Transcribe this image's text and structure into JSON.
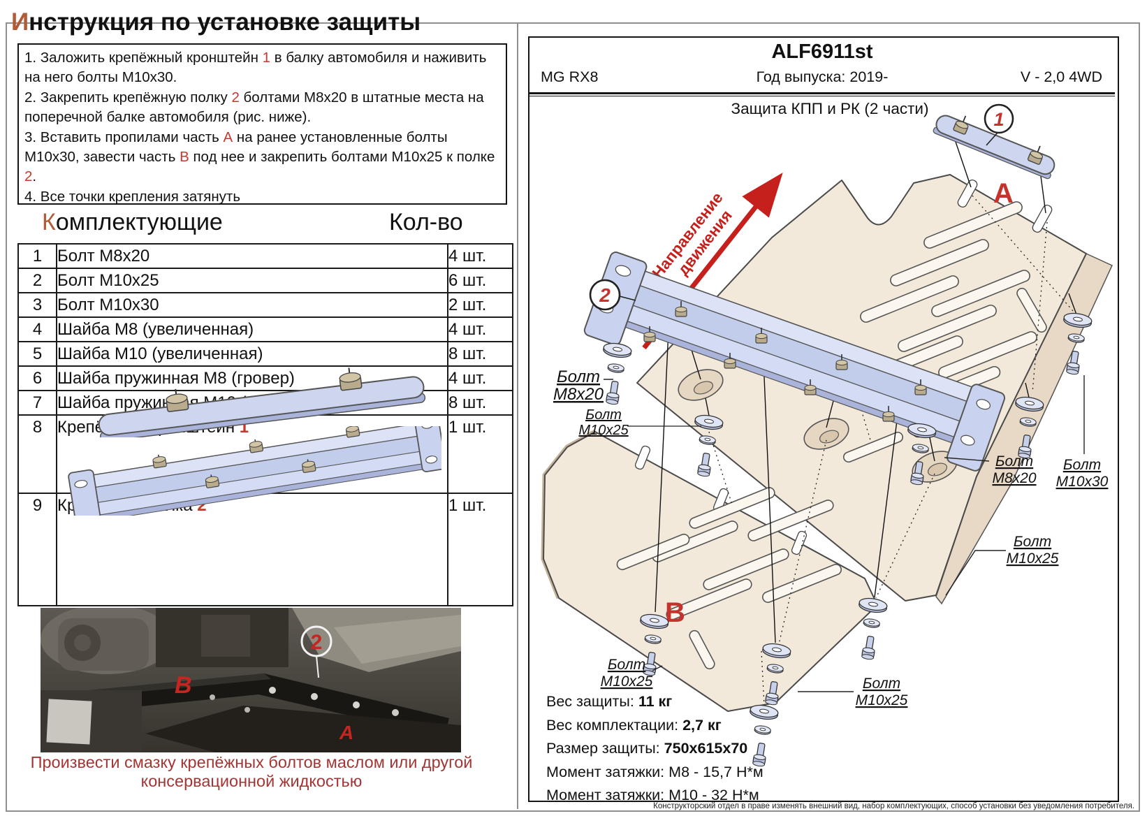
{
  "colors": {
    "accent": "#b05c38",
    "red": "#c43b2e",
    "caption_red": "#a33634",
    "arrow_red": "#c5201c",
    "bracket_fill": "#cdd5ef",
    "plate_fill": "#f3e9da"
  },
  "title": {
    "first": "И",
    "rest": "нструкция по установке защиты"
  },
  "instructions": {
    "steps": [
      {
        "segments": [
          {
            "t": "1. Заложить крепёжный кронштейн "
          },
          {
            "t": "1"
          },
          {
            "t": " в балку автомобиля и наживить на него болты М10х30."
          }
        ]
      },
      {
        "segments": [
          {
            "t": "2. Закрепить крепёжную полку "
          },
          {
            "t": "2"
          },
          {
            "t": " болтами М8х20 в штатные места на поперечной балке автомобиля (рис. ниже)."
          }
        ]
      },
      {
        "segments": [
          {
            "t": "3. Вставить пропилами часть "
          },
          {
            "t": "А"
          },
          {
            "t": " на ранее установленные болты М10х30, завести часть "
          },
          {
            "t": "В"
          },
          {
            "t": " под нее и закрепить болтами М10х25 к полке "
          },
          {
            "t": "2"
          },
          {
            "t": "."
          }
        ]
      },
      {
        "segments": [
          {
            "t": "4. Все точки крепления затянуть"
          }
        ]
      }
    ]
  },
  "parts": {
    "header": {
      "first": "К",
      "rest": "омплектующие",
      "qty": "Кол-во"
    },
    "rows": [
      {
        "num": "1",
        "name": "Болт М8х20",
        "name_red": "",
        "qty": "4 шт."
      },
      {
        "num": "2",
        "name": "Болт М10х25",
        "name_red": "",
        "qty": "6 шт."
      },
      {
        "num": "3",
        "name": "Болт М10х30",
        "name_red": "",
        "qty": "2 шт."
      },
      {
        "num": "4",
        "name": "Шайба М8 (увеличенная)",
        "name_red": "",
        "qty": "4 шт."
      },
      {
        "num": "5",
        "name": "Шайба М10 (увеличенная)",
        "name_red": "",
        "qty": "8 шт."
      },
      {
        "num": "6",
        "name": "Шайба пружинная М8 (гровер)",
        "name_red": "",
        "qty": "4 шт."
      },
      {
        "num": "7",
        "name": "Шайба пружинная М10 (гровер)",
        "name_red": "",
        "qty": "8 шт."
      },
      {
        "num": "8",
        "name": "Крепёжный кронштейн ",
        "name_red": "1",
        "qty": "1 шт."
      },
      {
        "num": "9",
        "name": "Крепёжная полка ",
        "name_red": "2",
        "qty": "1 шт."
      }
    ]
  },
  "photo": {
    "label_b": "B",
    "label_circle": "2",
    "label_a": "A",
    "caption_line1": "Произвести смазку крепёжных болтов маслом или другой",
    "caption_line2": "консервационной жидкостью"
  },
  "panel": {
    "part_number": "ALF6911st",
    "model": "MG RX8",
    "year": "Год выпуска: 2019-",
    "engine": "V - 2,0 4WD",
    "drawing_title": "Защита КПП и РК (2 части)",
    "direction_line1": "Направление",
    "direction_line2": "движения",
    "callout_1": "1",
    "callout_2": "2",
    "callout_a": "А",
    "callout_b": "В",
    "bolt_labels": [
      {
        "word": "Болт",
        "size": "М8х20"
      },
      {
        "word": "Болт",
        "size": "М10х25"
      },
      {
        "word": "Болт",
        "size": "М8х20"
      },
      {
        "word": "Болт",
        "size": "М10х30"
      },
      {
        "word": "Болт",
        "size": "М10х25"
      },
      {
        "word": "Болт",
        "size": "М10х25"
      },
      {
        "word": "Болт",
        "size": "М10х25"
      }
    ],
    "specs": [
      {
        "label": "Вес защиты:",
        "value": "11 кг"
      },
      {
        "label": "Вес комплектации:",
        "value": "2,7 кг"
      },
      {
        "label": "Размер защиты:",
        "value": "750х615х70"
      },
      {
        "label": "Момент затяжки:",
        "value": "М8 - 15,7 Н*м"
      },
      {
        "label": "Момент затяжки:",
        "value": "М10 - 32 Н*м"
      }
    ],
    "disclaimer": "Конструкторский отдел в праве изменять внешний вид, набор комплектующих, способ установки без уведомления потребителя."
  }
}
